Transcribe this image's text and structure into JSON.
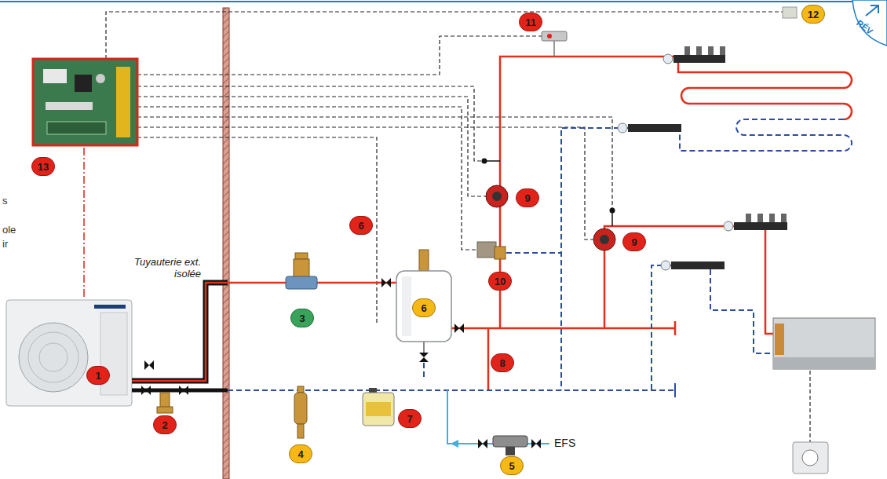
{
  "diagram": {
    "labels": [
      "RÉV",
      "12",
      "11",
      "13",
      "s",
      "ole",
      "ir",
      "6",
      "9",
      "9",
      "Tuyauterie ext. isolée",
      "3",
      "6",
      "10",
      "1",
      "8",
      "2",
      "7",
      "EFS",
      "4",
      "5"
    ]
  }
}
